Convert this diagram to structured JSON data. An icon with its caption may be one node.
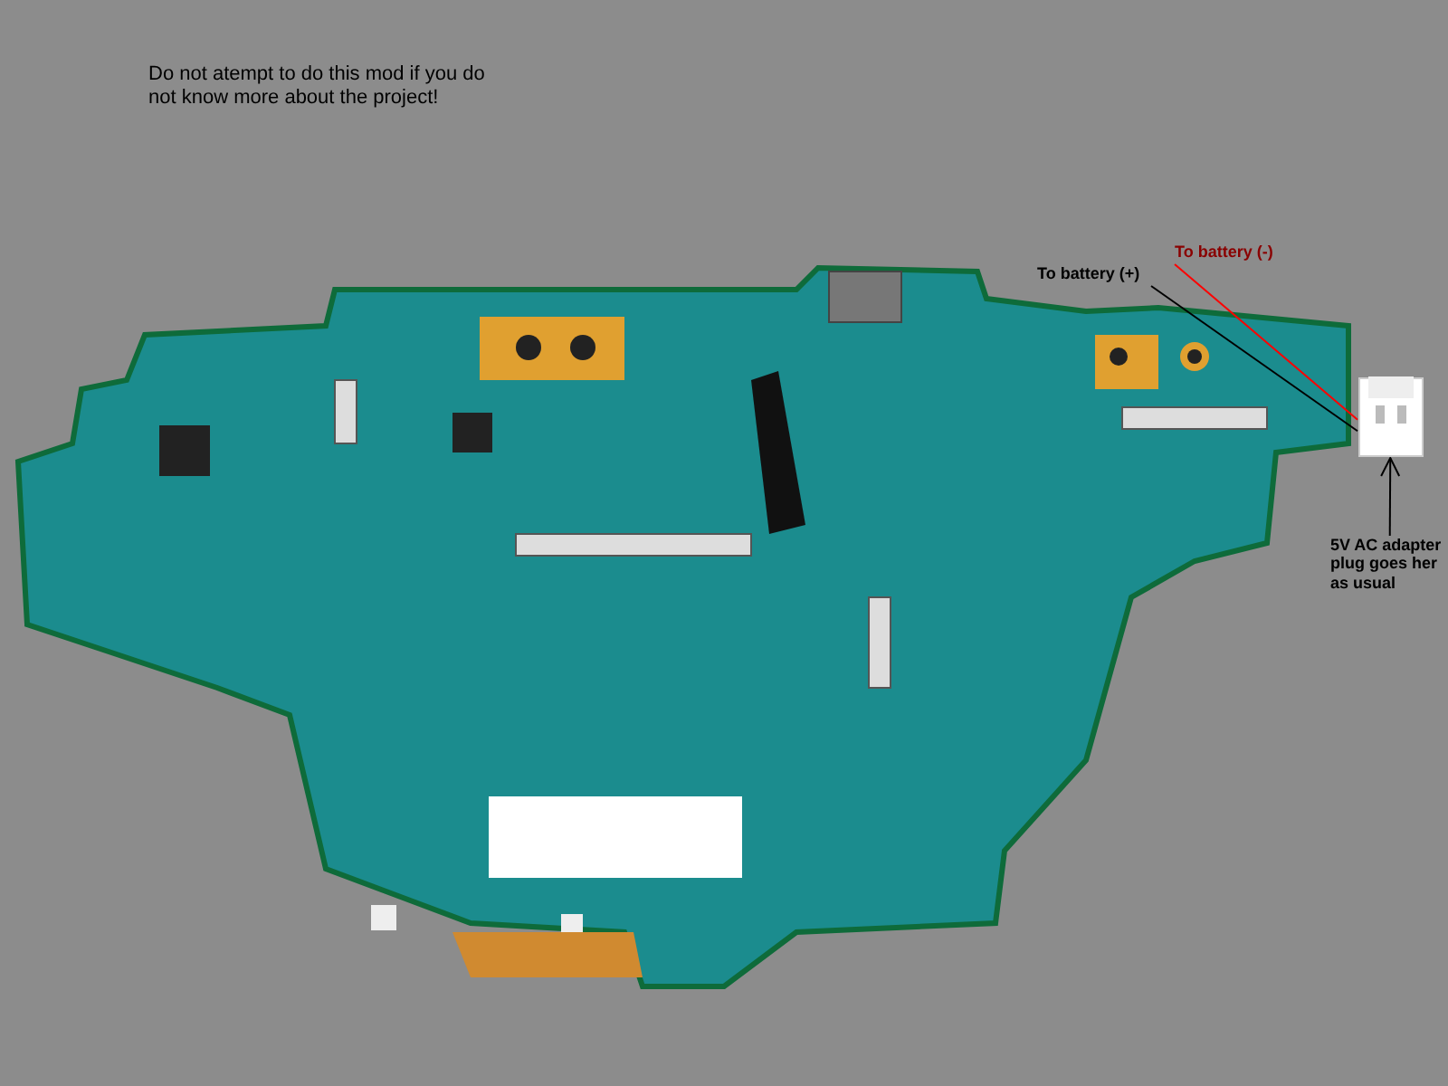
{
  "diagram": {
    "nodes": [
      {
        "text": [
          "To battery (+)"
        ]
      },
      {
        "text": [
          "To battery (-)"
        ]
      },
      {
        "text": [],
        "shape": "picture"
      },
      {
        "text": [
          "5V AC adapter plug goes her as usual"
        ]
      }
    ],
    "edges": [
      {
        "from": 0,
        "to": 2,
        "arrow": "none"
      },
      {
        "from": 1,
        "to": 2,
        "arrow": "none",
        "color": "#ff0000"
      },
      {
        "from": 3,
        "to": 2,
        "arrow": "to"
      }
    ],
    "labels": [
      "Do not atempt to do this mod if you do not know more about the project!"
    ]
  }
}
